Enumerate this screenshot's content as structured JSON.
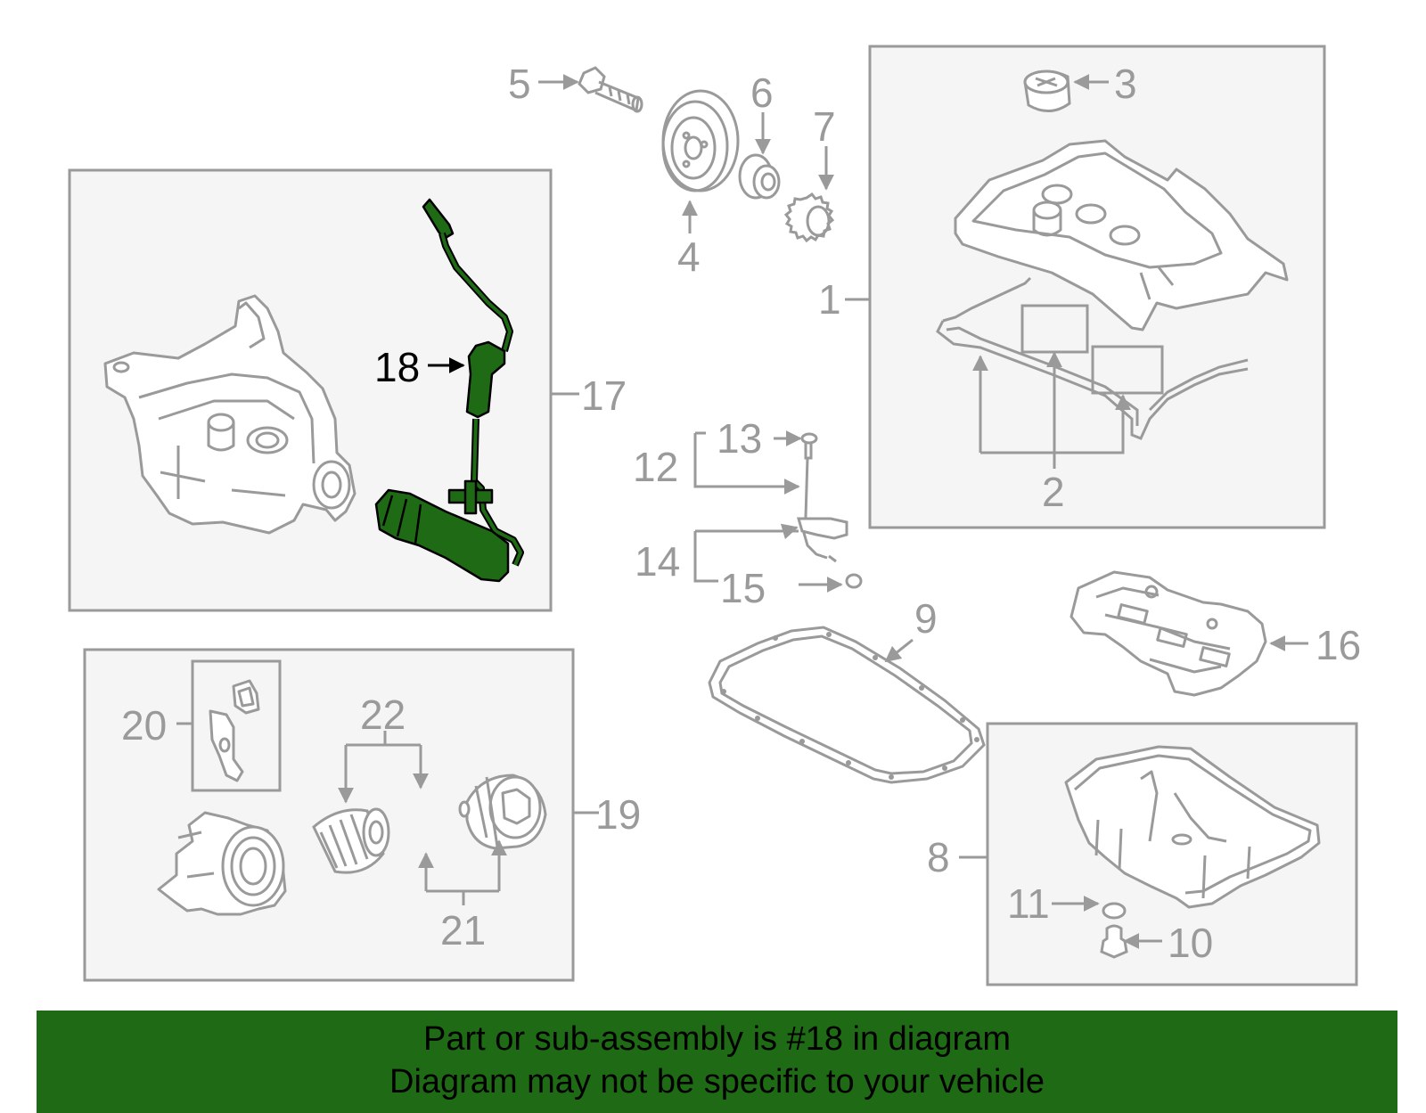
{
  "callouts": {
    "c1": "1",
    "c2": "2",
    "c3": "3",
    "c4": "4",
    "c5": "5",
    "c6": "6",
    "c7": "7",
    "c8": "8",
    "c9": "9",
    "c10": "10",
    "c11": "11",
    "c12": "12",
    "c13": "13",
    "c14": "14",
    "c15": "15",
    "c16": "16",
    "c17": "17",
    "c18": "18",
    "c19": "19",
    "c20": "20",
    "c21": "21",
    "c22": "22"
  },
  "highlight": {
    "part_number": "18",
    "color": "#1f6a14"
  },
  "banner": {
    "line1": "Part or sub-assembly is #18 in diagram",
    "line2": "Diagram may not be specific to your vehicle"
  },
  "colors": {
    "line": "#9a9a9a",
    "box_fill": "#f5f5f5",
    "highlight_part": "#1f6a14",
    "banner_bg": "#1f6a14"
  }
}
